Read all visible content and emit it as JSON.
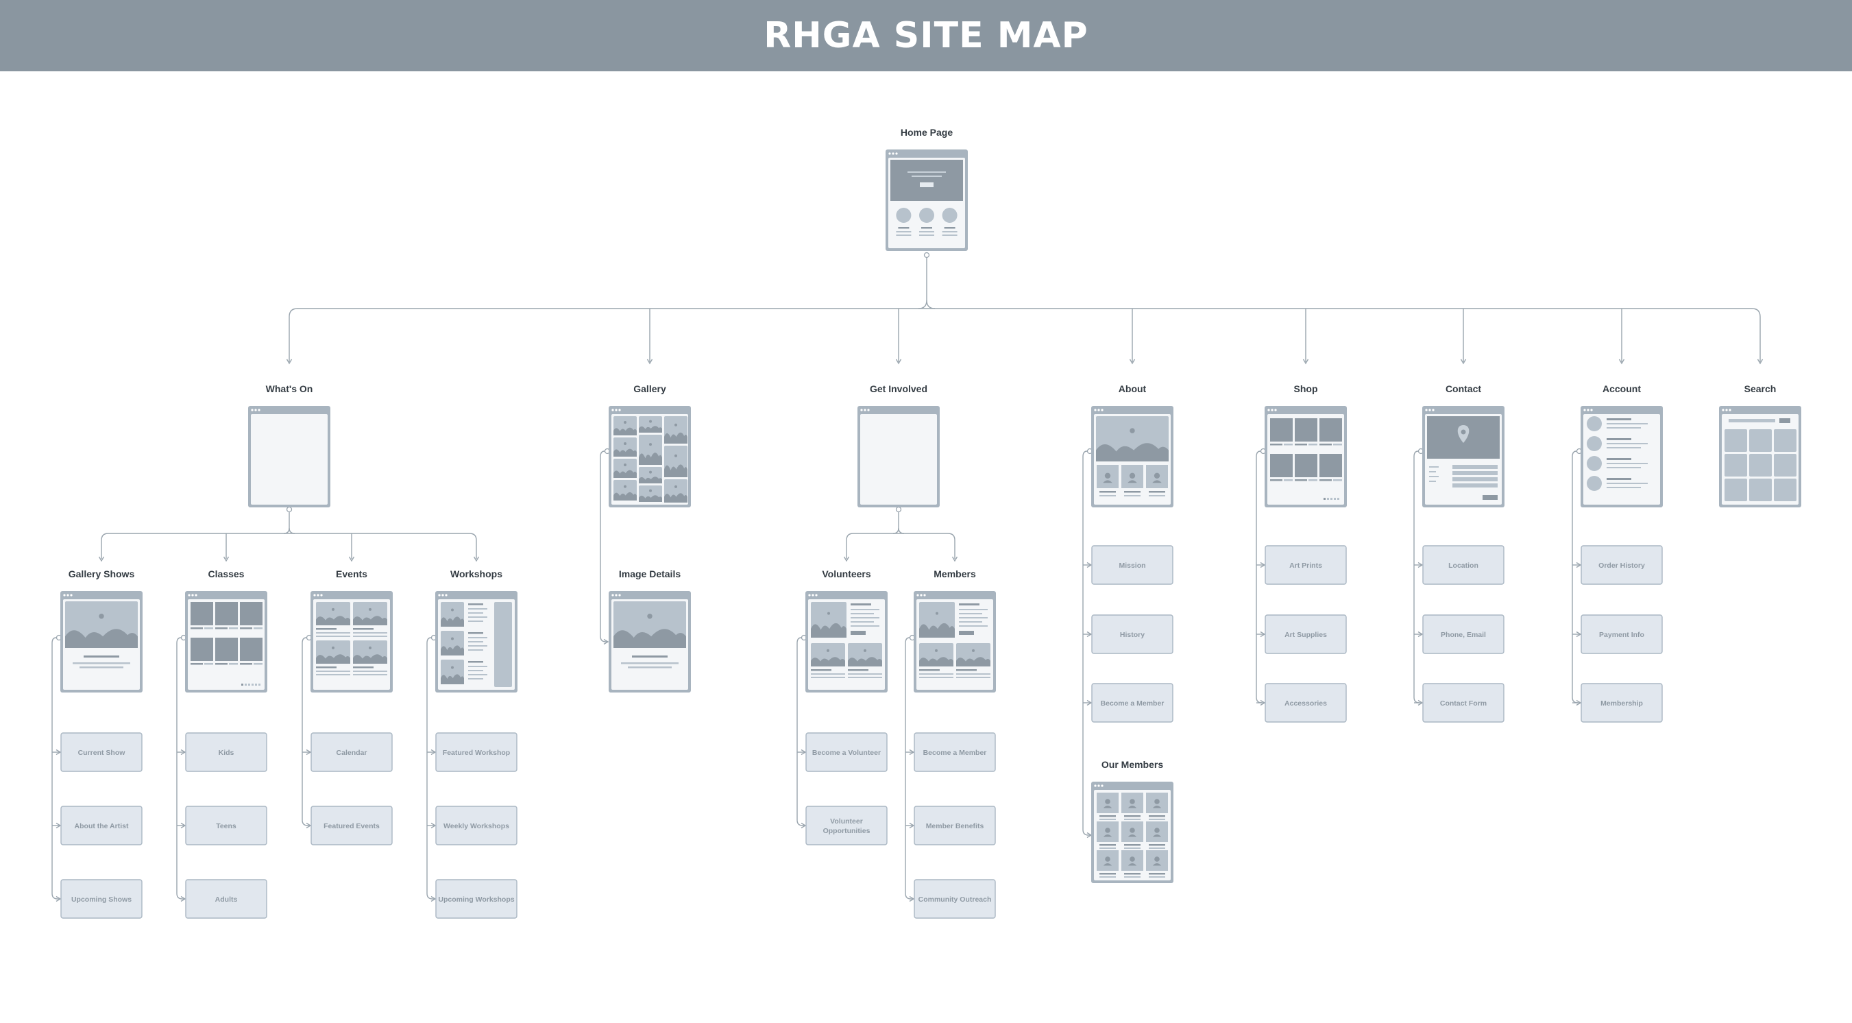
{
  "title": "RHGA SITE MAP",
  "home": {
    "id": "home",
    "label": "Home Page",
    "thumb": "home"
  },
  "sections": [
    {
      "id": "whatson",
      "label": "What's On",
      "thumb": "blank",
      "children": [
        {
          "id": "galleryshows",
          "label": "Gallery Shows",
          "thumb": "hero",
          "items": [
            "Current Show",
            "About the Artist",
            "Upcoming Shows"
          ]
        },
        {
          "id": "classes",
          "label": "Classes",
          "thumb": "grid6",
          "items": [
            "Kids",
            "Teens",
            "Adults"
          ]
        },
        {
          "id": "events",
          "label": "Events",
          "thumb": "events",
          "items": [
            "Calendar",
            "Featured Events"
          ]
        },
        {
          "id": "workshops",
          "label": "Workshops",
          "thumb": "workshops",
          "items": [
            "Featured Workshop",
            "Weekly Workshops",
            "Upcoming Workshops"
          ]
        }
      ]
    },
    {
      "id": "gallery",
      "label": "Gallery",
      "thumb": "masonry",
      "children": [
        {
          "id": "imagedetails",
          "label": "Image Details",
          "thumb": "hero",
          "items": []
        }
      ]
    },
    {
      "id": "getinvolved",
      "label": "Get Involved",
      "thumb": "blank",
      "children": [
        {
          "id": "volunteers",
          "label": "Volunteers",
          "thumb": "article",
          "items": [
            "Become a Volunteer",
            "Volunteer Opportunities"
          ]
        },
        {
          "id": "members",
          "label": "Members",
          "thumb": "article",
          "items": [
            "Become a Member",
            "Member Benefits",
            "Community Outreach"
          ]
        }
      ]
    },
    {
      "id": "about",
      "label": "About",
      "thumb": "about",
      "items": [
        "Mission",
        "History",
        "Become a Member"
      ],
      "extra": {
        "id": "ourmembers",
        "label": "Our Members",
        "thumb": "people"
      }
    },
    {
      "id": "shop",
      "label": "Shop",
      "thumb": "shop",
      "items": [
        "Art Prints",
        "Art Supplies",
        "Accessories"
      ]
    },
    {
      "id": "contact",
      "label": "Contact",
      "thumb": "contact",
      "items": [
        "Location",
        "Phone, Email",
        "Contact Form"
      ]
    },
    {
      "id": "account",
      "label": "Account",
      "thumb": "account",
      "items": [
        "Order History",
        "Payment Info",
        "Membership"
      ]
    },
    {
      "id": "search",
      "label": "Search",
      "thumb": "search",
      "items": []
    }
  ],
  "colors": {
    "header": "#8a96a0",
    "frame": "#a8b4bf",
    "dark": "#8e99a3",
    "light": "#b7c2cc",
    "panel": "#f4f6f8",
    "box": "#e1e7ee",
    "boxBorder": "#aab7c3",
    "line": "#9aa5ae",
    "label": "#343c43",
    "sublabel": "#8f9aa4"
  }
}
